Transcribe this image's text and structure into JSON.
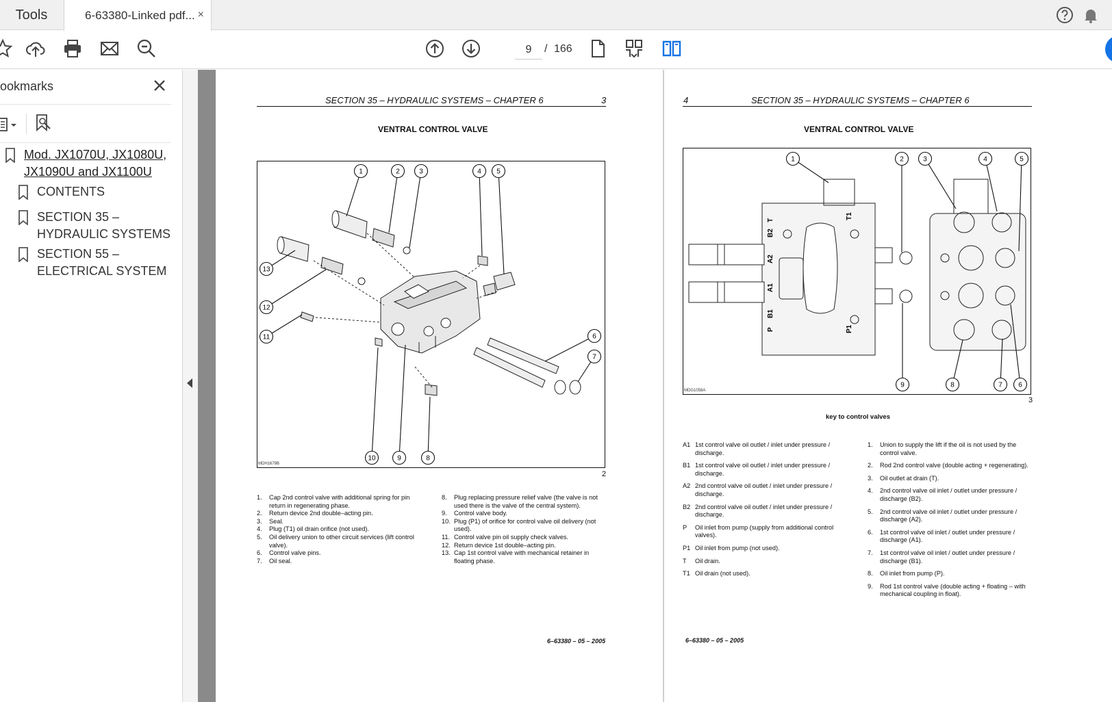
{
  "tabs": {
    "tools_label": "Tools",
    "document_label": "6-63380-Linked pdf...",
    "close_glyph": "×"
  },
  "toolbar": {
    "current_page": "9",
    "page_separator": "/",
    "total_pages": "166"
  },
  "bookmarks_panel": {
    "title": "ookmarks",
    "items": [
      {
        "label_line1": "Mod. JX1070U, JX1080U,",
        "label_line2": "JX1090U and JX1100U"
      },
      {
        "label_line1": "CONTENTS",
        "label_line2": ""
      },
      {
        "label_line1": "SECTION 35 –",
        "label_line2": "HYDRAULIC SYSTEMS"
      },
      {
        "label_line1": "SECTION 55 –",
        "label_line2": "ELECTRICAL SYSTEM"
      }
    ]
  },
  "page_left": {
    "header": "SECTION 35 – HYDRAULIC SYSTEMS – CHAPTER 6",
    "page_number": "3",
    "title": "VENTRAL CONTROL VALVE",
    "figure_id": "MDH1679B",
    "figure_number": "2",
    "callouts": [
      "1",
      "2",
      "3",
      "4",
      "5",
      "6",
      "7",
      "8",
      "9",
      "10",
      "11",
      "12",
      "13"
    ],
    "legend_col1": [
      {
        "n": "1.",
        "t": "Cap 2nd control valve with additional spring for pin return in regenerating phase."
      },
      {
        "n": "2.",
        "t": "Return device 2nd double–acting pin."
      },
      {
        "n": "3.",
        "t": "Seal."
      },
      {
        "n": "4.",
        "t": "Plug (T1) oil drain orifice (not used)."
      },
      {
        "n": "5.",
        "t": "Oil delivery union to other circuit services (lift control valve)."
      },
      {
        "n": "6.",
        "t": "Control valve pins."
      },
      {
        "n": "7.",
        "t": "Oil seal."
      }
    ],
    "legend_col2": [
      {
        "n": "8.",
        "t": "Plug replacing pressure relief valve (the valve is not used there is the valve of the central system)."
      },
      {
        "n": "9.",
        "t": "Control valve body."
      },
      {
        "n": "10.",
        "t": "Plug (P1) of orifice for control valve oil delivery (not used)."
      },
      {
        "n": "11.",
        "t": "Control valve pin oil supply check valves."
      },
      {
        "n": "12.",
        "t": "Return device 1st double–acting pin."
      },
      {
        "n": "13.",
        "t": "Cap 1st control valve with mechanical retainer in floating phase."
      }
    ],
    "footer": "6–63380 – 05 – 2005"
  },
  "page_right": {
    "header": "SECTION 35 – HYDRAULIC SYSTEMS – CHAPTER 6",
    "page_number": "4",
    "title": "VENTRAL CONTROL VALVE",
    "figure_id": "MDG1058A",
    "figure_number": "3",
    "callouts": [
      "1",
      "2",
      "3",
      "4",
      "5",
      "6",
      "7",
      "8",
      "9"
    ],
    "port_labels": [
      "T",
      "B2",
      "A2",
      "A1",
      "B1",
      "P",
      "T1",
      "P1"
    ],
    "key_title": "key to control valves",
    "key_col1": [
      {
        "n": "A1",
        "t": "1st control valve oil outlet / inlet under pressure / discharge."
      },
      {
        "n": "B1",
        "t": "1st control valve oil outlet / inlet under pressure / discharge."
      },
      {
        "n": "A2",
        "t": "2nd control valve oil outlet / inlet under pressure / discharge."
      },
      {
        "n": "B2",
        "t": "2nd control valve oil outlet / inlet under pressure / discharge."
      },
      {
        "n": "P",
        "t": "Oil inlet from pump (supply from additional control valves)."
      },
      {
        "n": "P1",
        "t": "Oil inlet from pump (not used)."
      },
      {
        "n": "T",
        "t": "Oil drain."
      },
      {
        "n": "T1",
        "t": "Oil drain (not used)."
      }
    ],
    "key_col2": [
      {
        "n": "1.",
        "t": "Union to supply the lift if the oil is not used by the control valve."
      },
      {
        "n": "2.",
        "t": "Rod 2nd control valve (double acting + regenerating)."
      },
      {
        "n": "3.",
        "t": "Oil outlet at drain (T)."
      },
      {
        "n": "4.",
        "t": "2nd control valve oil inlet / outlet under pressure / discharge (B2)."
      },
      {
        "n": "5.",
        "t": "2nd control valve oil inlet / outlet under pressure / discharge (A2)."
      },
      {
        "n": "6.",
        "t": "1st control valve oil inlet / outlet under pressure / discharge (A1)."
      },
      {
        "n": "7.",
        "t": "1st control valve oil inlet / outlet under pressure / discharge (B1)."
      },
      {
        "n": "8.",
        "t": "Oil inlet from pump (P)."
      },
      {
        "n": "9.",
        "t": "Rod 1st control valve (double acting + floating – with mechanical coupling in float)."
      }
    ],
    "footer": "6–63380 – 05 – 2005"
  },
  "icons": [
    "star-icon",
    "upload-icon",
    "print-icon",
    "mail-icon",
    "zoom-icon",
    "page-up-icon",
    "page-down-icon",
    "single-page-icon",
    "fit-icon",
    "two-page-icon",
    "help-icon",
    "bell-icon",
    "close-icon",
    "bookmark-icon"
  ]
}
